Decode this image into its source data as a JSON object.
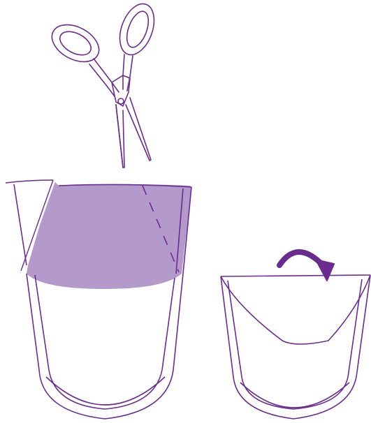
{
  "illustration": {
    "subjects": [
      "scissors-icon",
      "bag-cut-top",
      "bag-folded-over"
    ],
    "cut_mark": "dashed-line",
    "fold_indicator": "curved-arrow-icon"
  },
  "colors": {
    "outline": "#6A2C91",
    "cut_fill": "#B49ACB",
    "arrow": "#6A2C91",
    "background": "#FFFFFF"
  }
}
